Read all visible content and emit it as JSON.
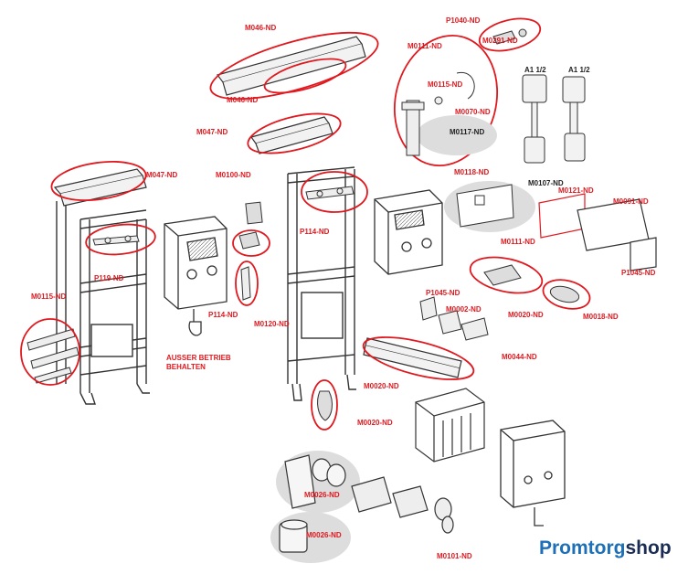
{
  "colors": {
    "callout": "#e0191f",
    "part_stroke": "#333333",
    "part_fill": "#f2f2f2",
    "highlight_fill": "#dddddd",
    "brand_blue": "#1d6fb7",
    "brand_navy": "#1b2c55"
  },
  "labels": {
    "l1": "M046-ND",
    "l2": "P1040-ND",
    "l3": "M0291-ND",
    "l4": "M046-ND",
    "l5": "M0111-ND",
    "l6": "M047-ND",
    "l7": "M0115-ND",
    "l8": "A1 1/2",
    "l9": "A1 1/2",
    "l10": "M047-ND",
    "l11": "M0100-ND",
    "l12": "M0070-ND",
    "l13": "M0117-ND",
    "l14": "M0118-ND",
    "l15": "M0107-ND",
    "l16": "P114-ND",
    "l17": "M0111-ND",
    "l18": "P119-ND",
    "l19": "P114-ND",
    "l20": "M0115-ND",
    "l21": "M0091-ND",
    "l22": "M0121-ND",
    "l23": "P1045-ND",
    "l24": "P1045-ND",
    "l25": "M0020-ND",
    "l26": "M0018-ND",
    "l27": "M0120-ND",
    "l28": "M0002-ND",
    "l29": "M0020-ND",
    "l30": "M0044-ND",
    "l31": "M0026-ND",
    "l32": "M0026-ND",
    "l33": "M0020-ND",
    "l34": "M0101-ND",
    "note": "AUSSER BETRIEB BEHALTEN"
  },
  "brand": {
    "part1": "Promtorg",
    "part2": "shop"
  }
}
